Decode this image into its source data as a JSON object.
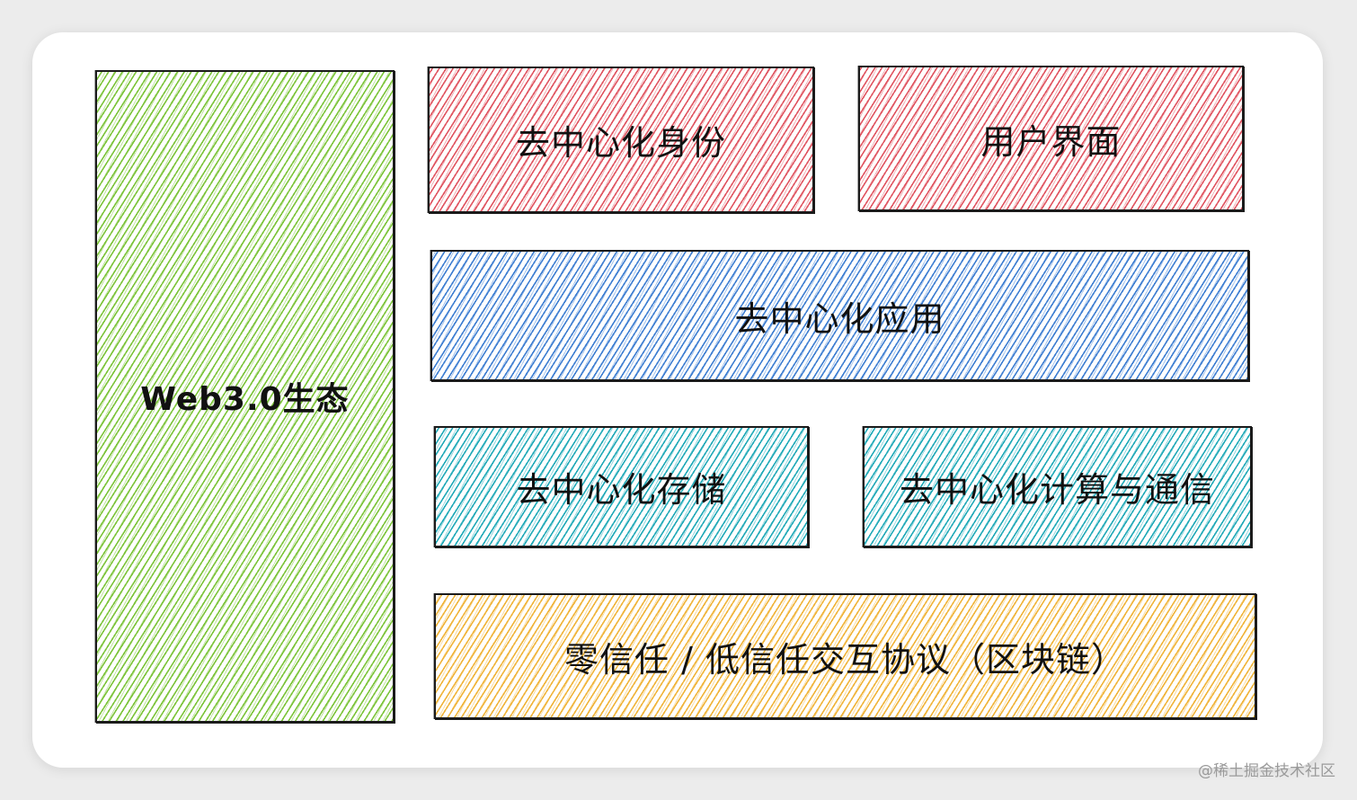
{
  "diagram": {
    "ecosystem_label": "Web3.0生态",
    "layers": {
      "identity": "去中心化身份",
      "ui": "用户界面",
      "app": "去中心化应用",
      "storage": "去中心化存储",
      "compute": "去中心化计算与通信",
      "protocol": "零信任 / 低信任交互协议（区块链）"
    }
  },
  "colors": {
    "green": "#7cc43a",
    "red": "#e05561",
    "blue": "#3f7fd2",
    "teal": "#22aab8",
    "yellow": "#f0b43a",
    "outline": "#1b1b1b"
  },
  "watermark": "@稀土掘金技术社区"
}
